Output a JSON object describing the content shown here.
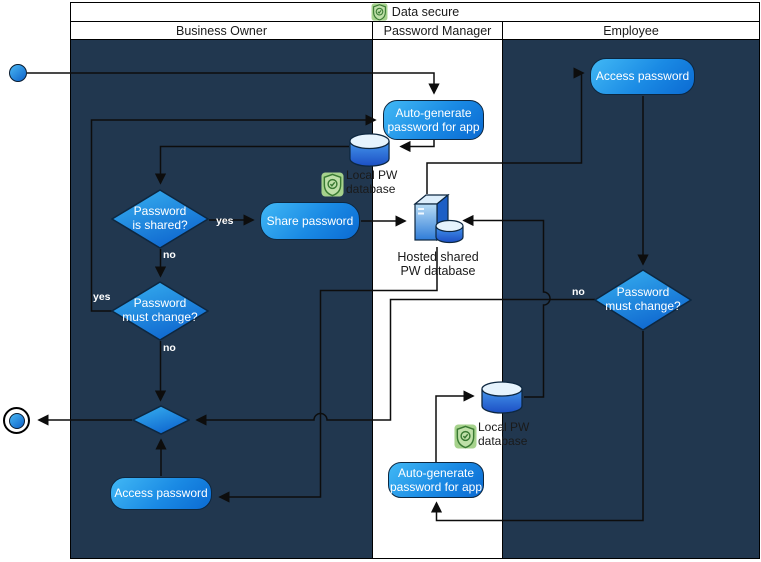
{
  "diagram": {
    "title": "Data secure",
    "lanes": [
      "Business Owner",
      "Password Manager",
      "Employee"
    ]
  },
  "nodes": {
    "auto_generate_top": {
      "label": "Auto-generate\npassword for app"
    },
    "local_db_top": {
      "label": "Local PW\ndatabase"
    },
    "password_is_shared": {
      "label": "Password\nis shared?"
    },
    "share_password": {
      "label": "Share password"
    },
    "hosted_db": {
      "label": "Hosted shared\nPW database"
    },
    "password_must_change_owner": {
      "label": "Password\nmust change?"
    },
    "access_password_owner": {
      "label": "Access password"
    },
    "auto_generate_bottom": {
      "label": "Auto-generate\npassword for app"
    },
    "local_db_bottom": {
      "label": "Local PW\ndatabase"
    },
    "access_password_employee": {
      "label": "Access password"
    },
    "password_must_change_employee": {
      "label": "Password\nmust change?"
    }
  },
  "edge_labels": {
    "is_shared_yes": "yes",
    "is_shared_no": "no",
    "owner_must_change_yes": "yes",
    "owner_must_change_no": "no",
    "employee_must_change_no": "no"
  },
  "icons": {
    "title_icon": "shield-check-icon",
    "local_db_icon": "database-icon",
    "hosted_db_icon": "server-icon"
  },
  "colors": {
    "lane_dark": "#21374f",
    "lane_light": "#ffffff",
    "node_gradient_start": "#41b8f5",
    "node_gradient_end": "#0b6ad2",
    "shield_green": "#a6d28c",
    "connector": "#0d0d0d"
  }
}
